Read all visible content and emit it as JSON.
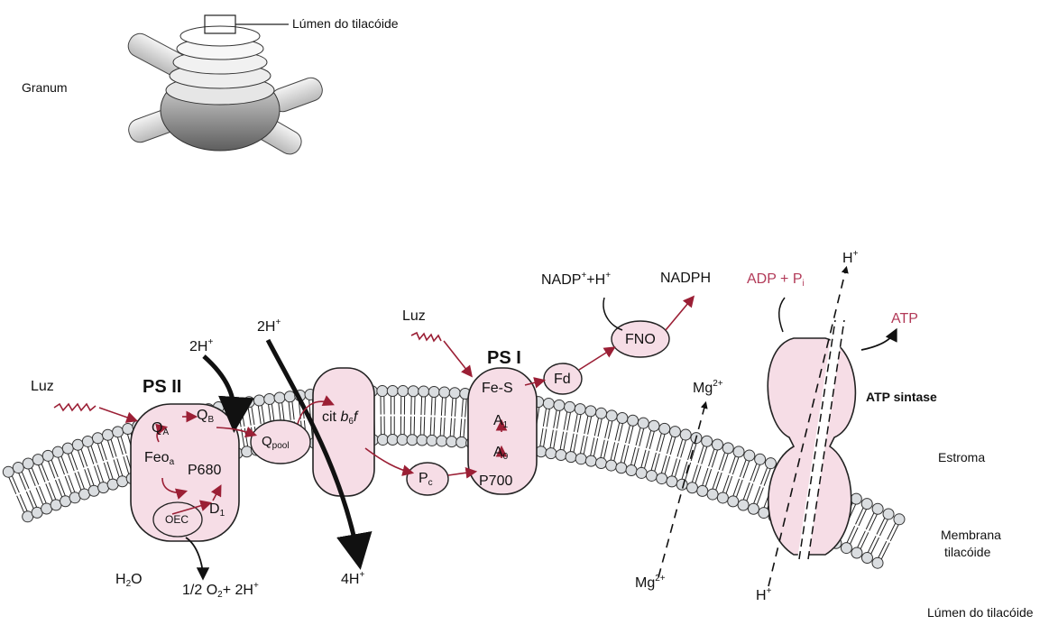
{
  "colors": {
    "protein_fill": "#f6dde6",
    "electron_arrow": "#9b1f35",
    "membrane_head": "#dadde0",
    "proton_arrow": "#111111"
  },
  "granum": {
    "label": "Granum",
    "lumen_label": "Lúmen do tilacóide"
  },
  "regions": {
    "stroma": "Estroma",
    "membrane_line1": "Membrana",
    "membrane_line2": "tilacóide",
    "lumen": "Lúmen do tilacóide"
  },
  "light": {
    "left": "Luz",
    "right": "Luz"
  },
  "ps2": {
    "title": "PS II",
    "qa": "Q",
    "qa_sub": "A",
    "qb": "Q",
    "qb_sub": "B",
    "feo": "Feo",
    "feo_sub": "a",
    "p680": "P680",
    "oec": "OEC",
    "d1": "D",
    "d1_sub": "1"
  },
  "qpool": {
    "main": "Q",
    "sub": "pool"
  },
  "cyt": {
    "pre": "cit ",
    "b": "b",
    "b_sub": "6",
    "f": "f"
  },
  "pc": {
    "main": "P",
    "sub": "c"
  },
  "ps1": {
    "title": "PS I",
    "fes": "Fe-S",
    "a1": "A",
    "a1_sub": "1",
    "a0": "A",
    "a0_sub": "0",
    "p700": "P700"
  },
  "fd": "Fd",
  "fno": "FNO",
  "nadp": {
    "left_main": "NADP",
    "left_sup": "+",
    "left_rest": "+H",
    "left_sup2": "+",
    "right": "NADPH"
  },
  "protons": {
    "h2_top_a": "2H",
    "h2_top_a_sup": "+",
    "h2_top_b": "2H",
    "h2_top_b_sup": "+",
    "h4_bottom": "4H",
    "h4_bottom_sup": "+",
    "water": "H",
    "water_sub": "2",
    "water_rest": "O",
    "oxygen_pre": "1/2 O",
    "oxygen_sub": "2",
    "oxygen_rest": "+ 2H",
    "oxygen_sup": "+",
    "atp_top": "H",
    "atp_top_sup": "+",
    "atp_bottom": "H",
    "atp_bottom_sup": "+"
  },
  "mg": {
    "top": "Mg",
    "top_sup": "2+",
    "bottom": "Mg",
    "bottom_sup": "2+"
  },
  "atp": {
    "synthase": "ATP sintase",
    "adp": "ADP + P",
    "adp_sub": "i",
    "product": "ATP"
  }
}
